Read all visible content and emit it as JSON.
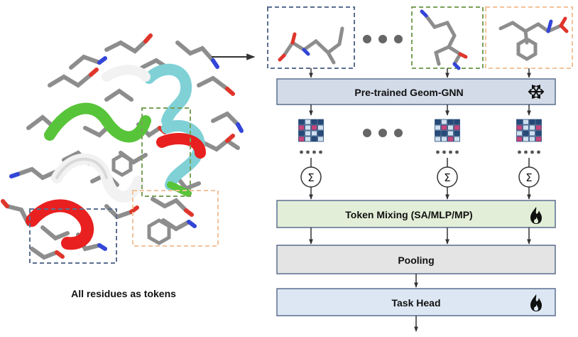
{
  "caption": "All residues as tokens",
  "blocks": {
    "geom_gnn": "Pre-trained Geom-GNN",
    "token_mixing": "Token Mixing (SA/MLP/MP)",
    "pooling": "Pooling",
    "task_head": "Task Head"
  },
  "sum_symbol": "Σ",
  "icons": {
    "frozen": "snowflake-icon",
    "trainable": "flame-icon"
  },
  "colors": {
    "geom_gnn_fill": "#d3dbe8",
    "token_mixing_fill": "#e2eed7",
    "pooling_fill": "#e4e4e4",
    "task_head_fill": "#dde7f3",
    "box_blue": "#5b6e8f",
    "box_green": "#7aa05a",
    "box_orange": "#f2c39b",
    "embedding_dark": "#274a78",
    "embedding_pink": "#c7447a",
    "embedding_light": "#cfe0f0",
    "helix_red": "#e8201f",
    "helix_white": "#f2f2f2",
    "helix_green": "#58c43a",
    "helix_cyan": "#7fd1d6"
  }
}
